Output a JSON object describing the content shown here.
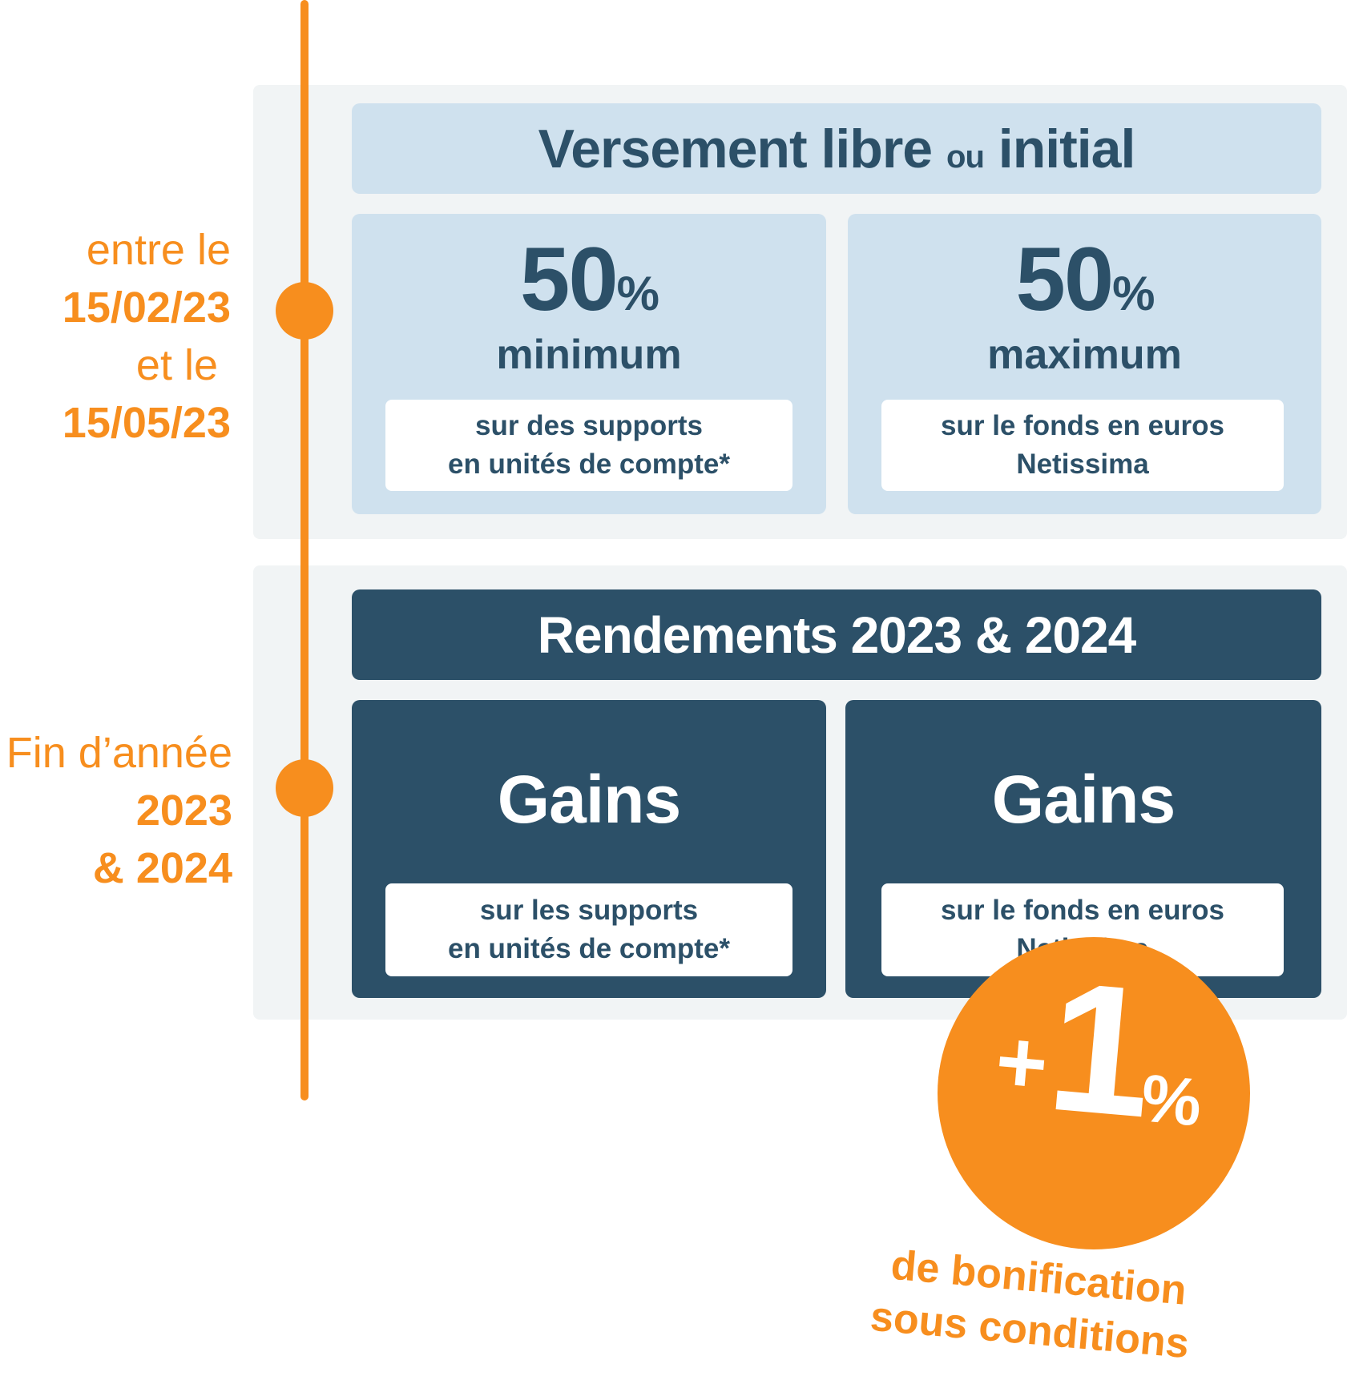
{
  "timeline": {
    "step1": {
      "line1": "entre le",
      "line2": "15/02/23",
      "line3": "et le",
      "line4": "15/05/23"
    },
    "step2": {
      "line1": "Fin d’année",
      "line2": "2023",
      "line3": "& 2024"
    }
  },
  "section1": {
    "title_part1": "Versement libre",
    "title_part2": "ou",
    "title_part3": "initial",
    "left": {
      "value": "50",
      "unit": "%",
      "label": "minimum",
      "desc_line1": "sur des supports",
      "desc_line2": "en unités de compte*"
    },
    "right": {
      "value": "50",
      "unit": "%",
      "label": "maximum",
      "desc_line1": "sur le fonds en euros",
      "desc_line2": "Netissima"
    }
  },
  "section2": {
    "title": "Rendements 2023 & 2024",
    "left": {
      "label": "Gains",
      "desc_line1": "sur les supports",
      "desc_line2": "en unités de compte*"
    },
    "right": {
      "label": "Gains",
      "desc_line1": "sur le fonds en euros",
      "desc_line2": "Netissima"
    }
  },
  "bonus": {
    "plus": "+",
    "value": "1",
    "unit": "%",
    "text_line1": "de bonification",
    "text_line2": "sous conditions"
  },
  "colors": {
    "accent": "#f78e1e",
    "dark_blue": "#2c5068",
    "light_blue": "#cfe1ee",
    "panel": "#f1f4f5"
  }
}
